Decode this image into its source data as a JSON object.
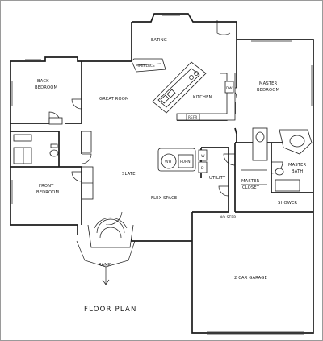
{
  "title": "FLOOR PLAN",
  "rooms": {
    "eating": "EATING",
    "fireplace": "FIREPLACE",
    "back_bedroom_1": "BACK",
    "back_bedroom_2": "BEDROOM",
    "great_room": "GREAT ROOM",
    "kitchen": "KITCHEN",
    "master_bedroom_1": "MASTER",
    "master_bedroom_2": "BEDROOM",
    "slate": "SLATE",
    "front_bedroom_1": "FRONT",
    "front_bedroom_2": "BEDROOM",
    "flex_space": "FLEX-SPACE",
    "utility": "UTILITY",
    "master_closet_1": "MASTER",
    "master_closet_2": "CLOSET",
    "master_bath_1": "MASTER",
    "master_bath_2": "BATH",
    "shower": "SHOWER",
    "no_step": "NO STEP",
    "garage": "2 CAR GARAGE",
    "ramp": "RAMP"
  },
  "fixtures": {
    "refrigerator": "REFR",
    "dw": "DW",
    "water_heater": "WH",
    "furnace": "FURN",
    "washer": "W",
    "dryer": "D"
  }
}
